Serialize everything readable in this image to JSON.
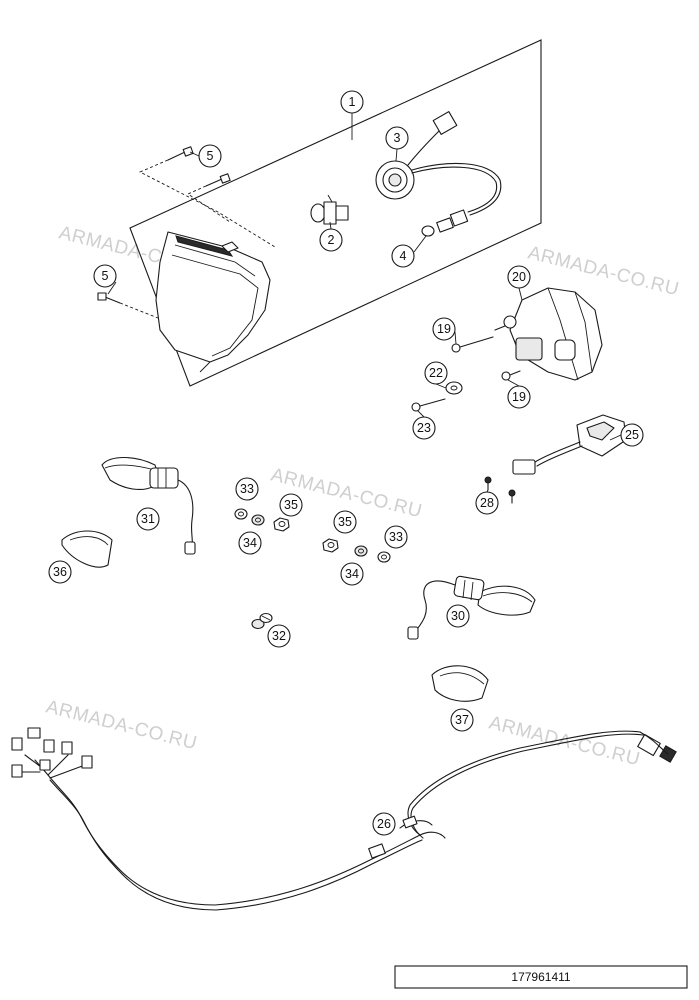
{
  "watermarks": [
    "ARMADA-CO.RU",
    "ARMADA-CO.RU",
    "ARMADA-CO.RU",
    "ARMADA-CO.RU",
    "ARMADA-CO.RU"
  ],
  "callouts": [
    {
      "id": "c1",
      "label": "1"
    },
    {
      "id": "c2",
      "label": "2"
    },
    {
      "id": "c3",
      "label": "3"
    },
    {
      "id": "c4",
      "label": "4"
    },
    {
      "id": "c5a",
      "label": "5"
    },
    {
      "id": "c5b",
      "label": "5"
    },
    {
      "id": "c19a",
      "label": "19"
    },
    {
      "id": "c19b",
      "label": "19"
    },
    {
      "id": "c20",
      "label": "20"
    },
    {
      "id": "c22",
      "label": "22"
    },
    {
      "id": "c23",
      "label": "23"
    },
    {
      "id": "c25",
      "label": "25"
    },
    {
      "id": "c26",
      "label": "26"
    },
    {
      "id": "c28",
      "label": "28"
    },
    {
      "id": "c30",
      "label": "30"
    },
    {
      "id": "c31",
      "label": "31"
    },
    {
      "id": "c32",
      "label": "32"
    },
    {
      "id": "c33a",
      "label": "33"
    },
    {
      "id": "c33b",
      "label": "33"
    },
    {
      "id": "c34a",
      "label": "34"
    },
    {
      "id": "c34b",
      "label": "34"
    },
    {
      "id": "c35a",
      "label": "35"
    },
    {
      "id": "c35b",
      "label": "35"
    },
    {
      "id": "c36",
      "label": "36"
    },
    {
      "id": "c37",
      "label": "37"
    }
  ],
  "drawing_number": "177961411",
  "colors": {
    "line": "#1a1a1a",
    "watermark": "#cfcfcf",
    "background": "#ffffff"
  }
}
